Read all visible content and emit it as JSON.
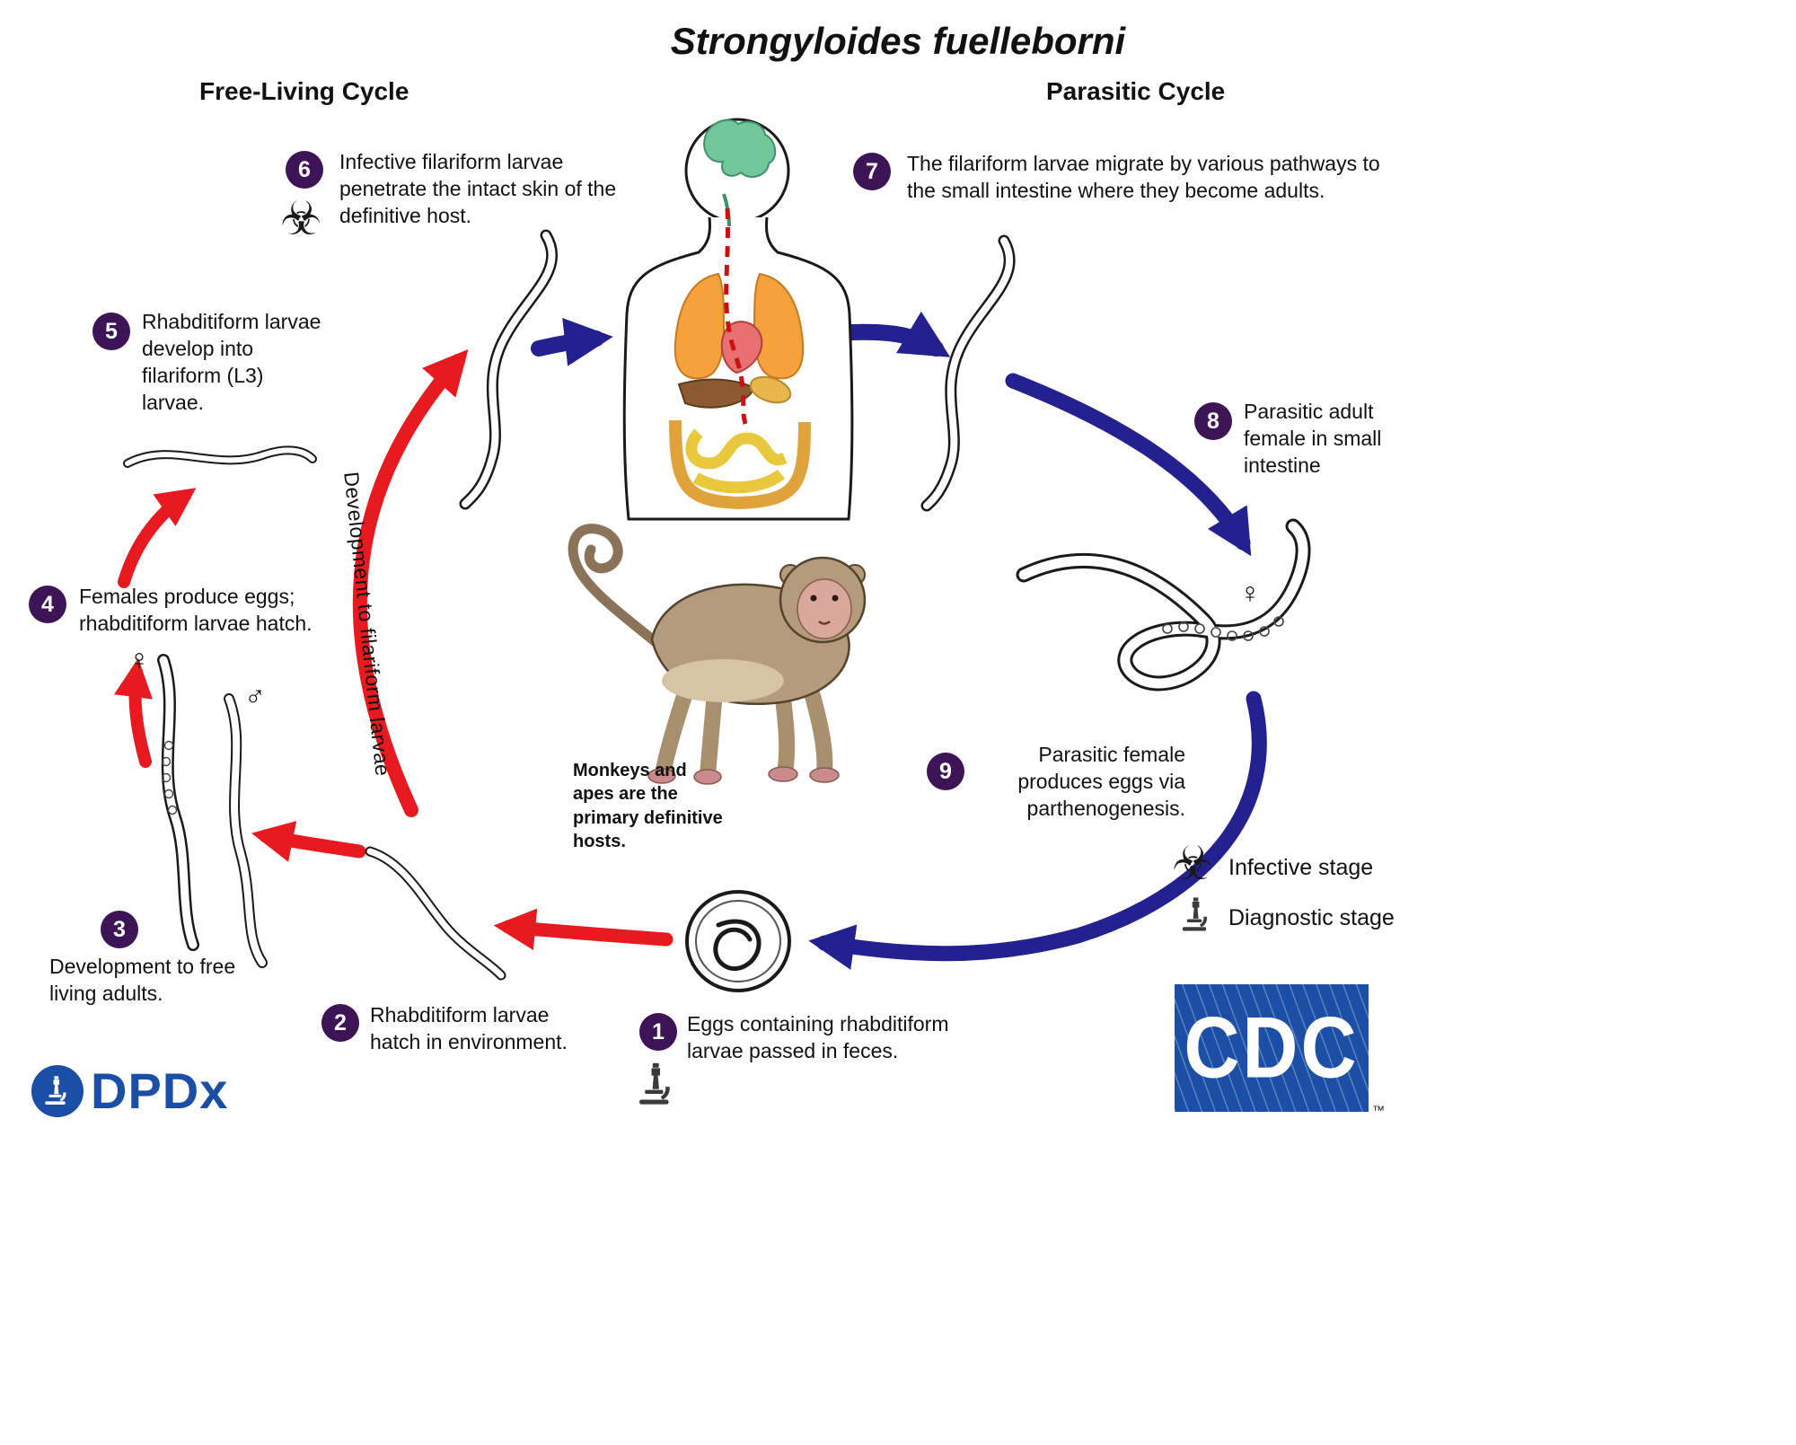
{
  "title": "Strongyloides fuelleborni",
  "cycles": {
    "free_living": "Free-Living Cycle",
    "parasitic": "Parasitic Cycle"
  },
  "steps": [
    {
      "num": "1",
      "text": "Eggs containing rhabditiform larvae passed in feces.",
      "marker": "diagnostic"
    },
    {
      "num": "2",
      "text": "Rhabditiform larvae hatch in environment.",
      "marker": ""
    },
    {
      "num": "3",
      "text": "Development to free living adults.",
      "marker": ""
    },
    {
      "num": "4",
      "text": "Females produce eggs; rhabditiform larvae hatch.",
      "marker": ""
    },
    {
      "num": "5",
      "text": "Rhabditiform larvae develop into filariform (L3) larvae.",
      "marker": ""
    },
    {
      "num": "6",
      "text": "Infective filariform larvae penetrate the intact skin of the definitive host.",
      "marker": "infective"
    },
    {
      "num": "7",
      "text": "The filariform larvae migrate by various pathways to the small intestine where they become adults.",
      "marker": ""
    },
    {
      "num": "8",
      "text": "Parasitic adult female in small intestine",
      "marker": ""
    },
    {
      "num": "9",
      "text": "Parasitic female produces eggs via parthenogenesis.",
      "marker": ""
    }
  ],
  "annotations": {
    "development_arrow": "Development to filariform larvae",
    "monkey_caption": "Monkeys and apes are the primary definitive hosts."
  },
  "symbols": {
    "female": "♀",
    "male": "♂",
    "biohazard": "☣"
  },
  "legend": {
    "infective_label": "Infective stage",
    "diagnostic_label": "Diagnostic stage"
  },
  "logos": {
    "dpdx": "DPDx",
    "cdc": "CDC",
    "cdc_tm": "™"
  },
  "colors": {
    "step_badge": "#3d1455",
    "red_arrow": "#e8191f",
    "blue_arrow": "#23208f",
    "logo_blue": "#1b4fa5"
  }
}
